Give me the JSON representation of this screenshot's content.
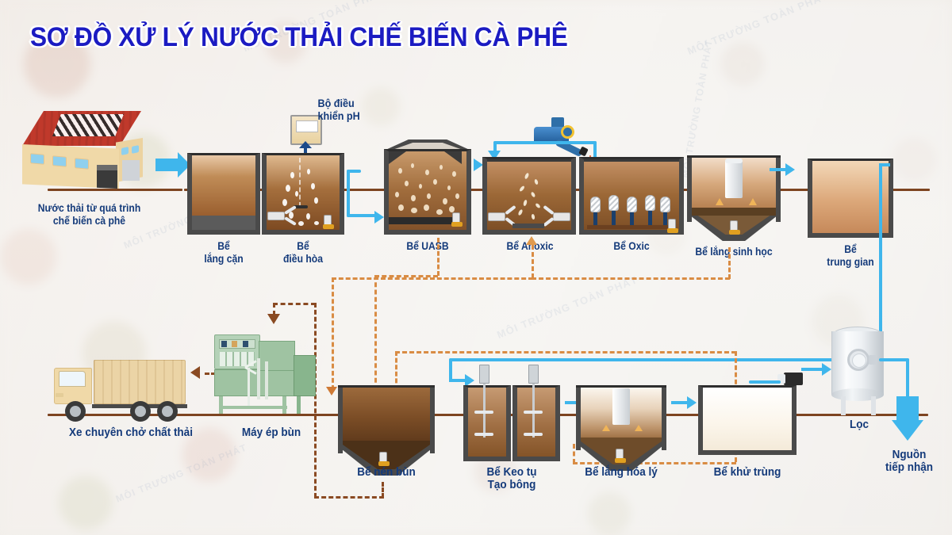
{
  "title": "SƠ ĐỒ XỬ LÝ NƯỚC THẢI CHẾ BIẾN CÀ PHÊ",
  "colors": {
    "title_blue": "#1b1bc2",
    "label_navy": "#143a7a",
    "water_line_blue": "#3fb6ec",
    "sludge_dashed_orange": "#d98c44",
    "pipe_brown": "#7d4420",
    "tank_wall_gray": "#4a4a4a",
    "wastewater_brown": "#8a5a33",
    "clean_water_cream": "#f4ebe0",
    "roof_red": "#c0392b",
    "wall_cream": "#f0d9a8",
    "press_green": "#9fc3a2"
  },
  "source": {
    "label": "Nước thải từ quá trình\nchế biến cà phê",
    "icon": "factory-building-icon"
  },
  "controller": {
    "label": "Bộ điều\nkhiển pH",
    "icon": "ph-controller-icon"
  },
  "top_row": [
    {
      "id": "lang-can",
      "label": "Bể\nlắng cặn",
      "type": "rect-tank",
      "note": "settling tank with sludge layer"
    },
    {
      "id": "dieu-hoa",
      "label": "Bể\nđiều hòa",
      "type": "rect-tank",
      "note": "equalization tank, aeration bubbles + mixer"
    },
    {
      "id": "uasb",
      "label": "Bể UASB",
      "type": "hooded-tank",
      "note": "UASB reactor with gas hood and granules"
    },
    {
      "id": "anoxic",
      "label": "Bể Anoxic",
      "type": "rect-tank",
      "note": "anoxic tank with two submerged mixers"
    },
    {
      "id": "oxic",
      "label": "Bể Oxic",
      "type": "rect-tank",
      "note": "oxic tank with 5 air diffusers"
    },
    {
      "id": "lang-sinh-hoc",
      "label": "Bể lắng sinh học",
      "type": "hopper-tank",
      "note": "biological clarifier with center well"
    },
    {
      "id": "trung-gian",
      "label": "Bể\ntrung gian",
      "type": "rect-tank",
      "note": "intermediate storage tank"
    }
  ],
  "bottom_row": [
    {
      "id": "xe-chat-thai",
      "label": "Xe chuyên chở chất thải",
      "type": "truck",
      "note": "waste transport truck"
    },
    {
      "id": "may-ep-bun",
      "label": "Máy ép bùn",
      "type": "press",
      "note": "sludge dewatering press"
    },
    {
      "id": "nen-bun",
      "label": "Bể nén bùn",
      "type": "hopper-tank",
      "note": "sludge thickener, V bottom"
    },
    {
      "id": "keo-tu",
      "label": "Bể Keo tụ\nTạo bông",
      "type": "twin-mixers",
      "note": "coagulation / flocculation, two vertical mixers"
    },
    {
      "id": "lang-hoa-ly",
      "label": "Bể lắng hóa lý",
      "type": "hopper-tank",
      "note": "physico-chemical clarifier"
    },
    {
      "id": "khu-trung",
      "label": "Bể khử trùng",
      "type": "rect-tank",
      "note": "disinfection tank with dosing pump"
    },
    {
      "id": "loc",
      "label": "Lọc",
      "type": "filter-vessel",
      "note": "pressure filter vessel"
    }
  ],
  "outlet": {
    "label": "Nguồn\ntiếp nhận",
    "icon": "down-arrow-icon"
  },
  "equipment": {
    "blower_label": "",
    "blower_icon": "air-blower-icon",
    "dosing_pump_icon": "dosing-pump-icon"
  },
  "legend_flows": [
    {
      "kind": "water",
      "style": "solid blue line",
      "color": "#3fb6ec"
    },
    {
      "kind": "sludge",
      "style": "dashed orange line",
      "color": "#d98c44"
    },
    {
      "kind": "pipe",
      "style": "solid brown ground pipe",
      "color": "#7d4420"
    }
  ],
  "watermarks": [
    "MÔI TRƯỜNG TOÀN PHÁT",
    "MÔI TRƯỜNG TOÀN PHÁT",
    "MÔI TRƯỜNG TOÀN PHÁT",
    "MÔI TRƯỜNG TOÀN PHÁT",
    "MÔI TRƯỜNG TOÀN PHÁT",
    "MÔI TRƯỜNG TOÀN PHÁT"
  ]
}
